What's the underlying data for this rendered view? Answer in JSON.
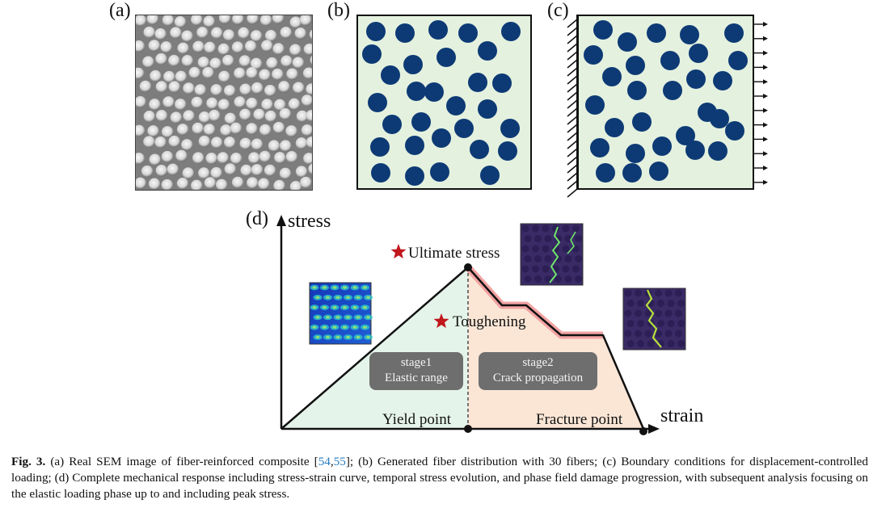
{
  "figure": {
    "panel_labels": {
      "a": "(a)",
      "b": "(b)",
      "c": "(c)",
      "d": "(d)"
    },
    "plot": {
      "y_axis_label": "stress",
      "x_axis_label": "strain",
      "ultimate_label": "Ultimate stress",
      "toughening_label": "Toughening",
      "yield_label": "Yield point",
      "fracture_label": "Fracture point",
      "stage1": {
        "title": "stage1",
        "subtitle": "Elastic range"
      },
      "stage2": {
        "title": "stage2",
        "subtitle": "Crack propagation"
      },
      "colors": {
        "stage1_fill": "#e5f4ea",
        "stage2_fill": "#fbe6d6",
        "star": "#c0161c",
        "crack_glow": "#f3a3a3",
        "fiber": "#0d3a75",
        "matrix": "#e4f1df"
      }
    },
    "fiber_count": 30
  },
  "caption": {
    "label": "Fig. 3.",
    "part1": " (a) Real SEM image of fiber-reinforced composite [",
    "ref1": "54",
    "sep": ",",
    "ref2": "55",
    "part2": "]; (b) Generated fiber distribution with 30 fibers; (c) Boundary conditions for displacement-controlled loading; (d) Complete mechanical response including stress-strain curve, temporal stress evolution, and phase field damage progression, with subsequent analysis focusing on the elastic loading phase up to and including peak stress."
  }
}
